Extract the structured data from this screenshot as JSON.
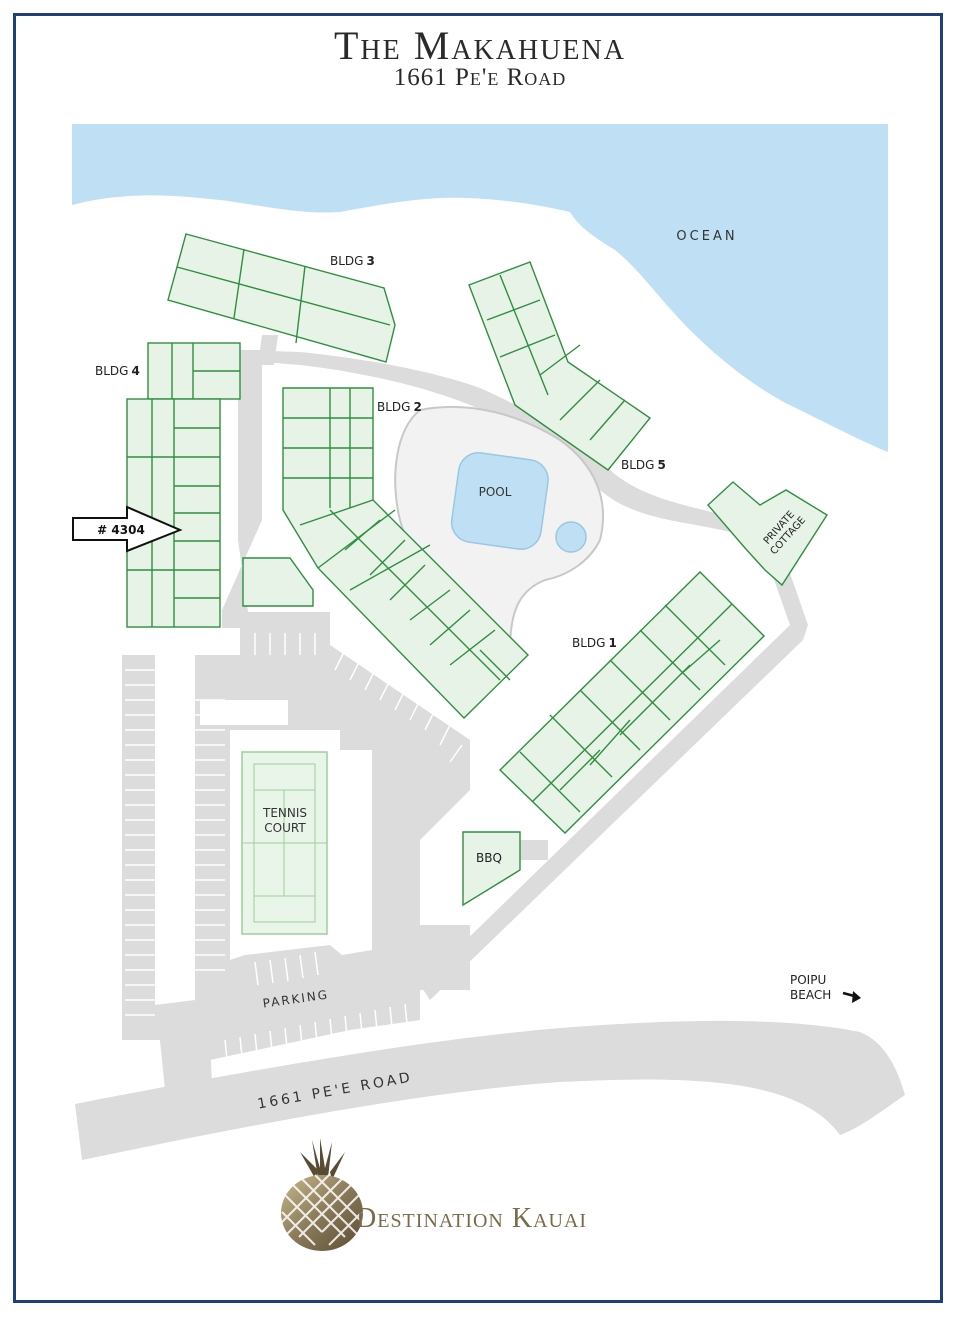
{
  "header": {
    "title": "The Makahuena",
    "subtitle": "1661 Pe'e Road"
  },
  "labels": {
    "ocean": "OCEAN",
    "bldg_prefix": "BLDG",
    "bldg1_num": "1",
    "bldg2_num": "2",
    "bldg3_num": "3",
    "bldg4_num": "4",
    "bldg5_num": "5",
    "pool": "POOL",
    "cottage_line1": "PRIVATE",
    "cottage_line2": "COTTAGE",
    "tennis_line1": "TENNIS",
    "tennis_line2": "COURT",
    "bbq": "BBQ",
    "parking": "PARKING",
    "beach_line1": "POIPU",
    "beach_line2": "BEACH",
    "road": "1661  PE'E ROAD",
    "unit_marker": "# 4304"
  },
  "brand": {
    "name": "Destination Kauai",
    "logo": "pineapple-logo"
  },
  "colors": {
    "ocean": "#bfe0f4",
    "building_fill": "#e6f3e6",
    "building_stroke": "#2f8f3f",
    "pavement": "#dcdcdc",
    "frame": "#1f3f7a",
    "brand": "#8a7a5a"
  }
}
